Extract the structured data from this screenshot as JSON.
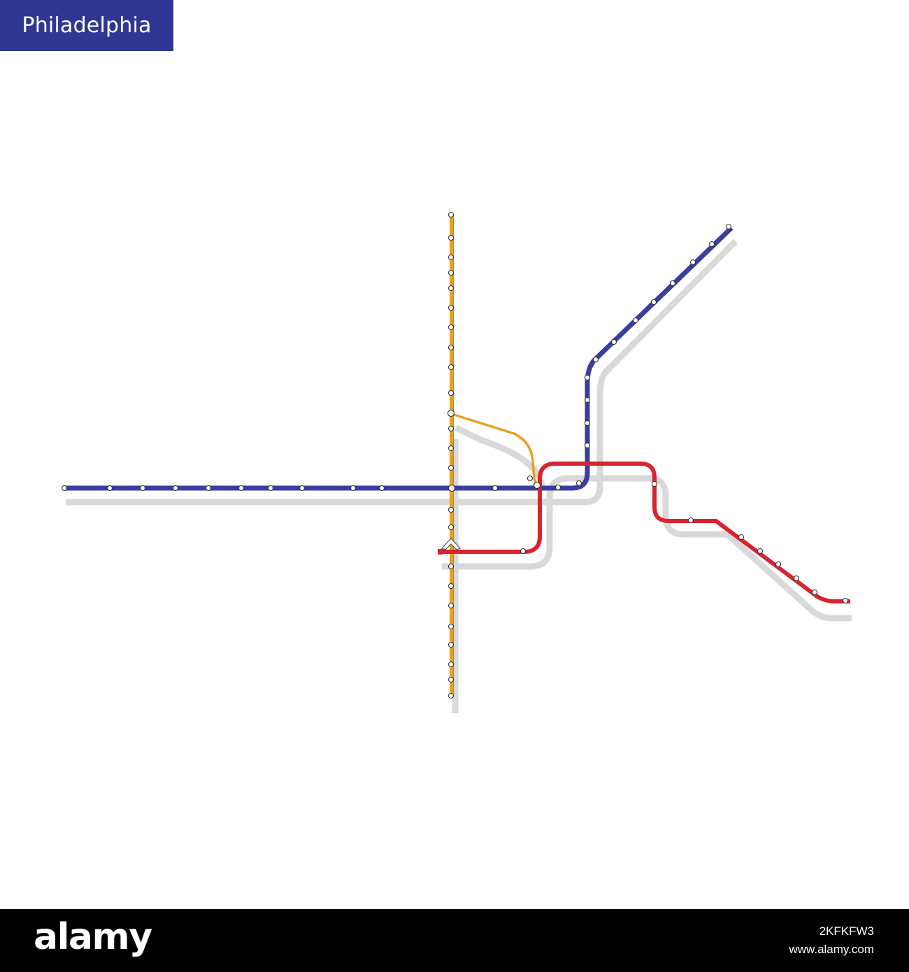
{
  "title": "Philadelphia",
  "colors": {
    "badge": "#2f3794",
    "blue_line": "#3a3f9e",
    "orange_line": "#e8a020",
    "red_line": "#d8242e",
    "shadow": "#d6d6d6",
    "station_fill": "#ffffff",
    "station_stroke": "#333333"
  },
  "map": {
    "lines": [
      {
        "id": "blue",
        "color": "#3a3f9e"
      },
      {
        "id": "orange",
        "color": "#e8a020"
      },
      {
        "id": "red",
        "color": "#d8242e"
      }
    ]
  },
  "watermark": {
    "logo": "alamy",
    "image_id": "2KFKFW3",
    "site": "www.alamy.com"
  }
}
